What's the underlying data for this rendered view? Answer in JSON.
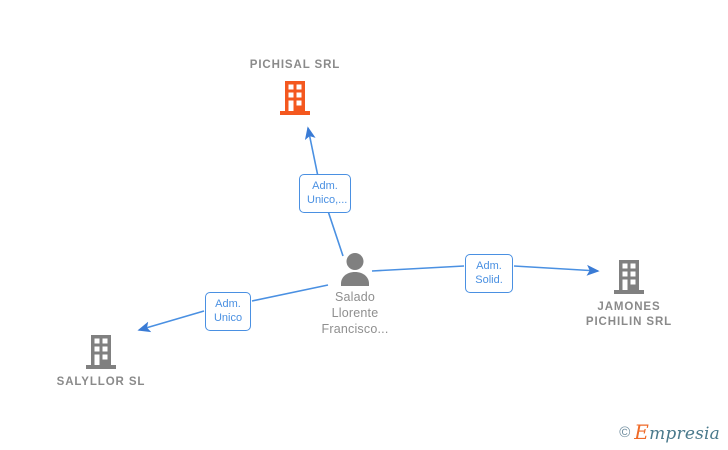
{
  "graph": {
    "type": "org-relationship-diagram",
    "nodes": [
      {
        "id": "pichisal",
        "label": "PICHISAL SRL",
        "kind": "company",
        "icon": "building-icon",
        "color": "#f4581f",
        "label_color": "#8a8a8a",
        "label_position": "above"
      },
      {
        "id": "person",
        "label": "Salado\nLlorente\nFrancisco...",
        "kind": "person",
        "icon": "person-icon",
        "color": "#808080",
        "label_color": "#8f8f8f",
        "label_position": "below"
      },
      {
        "id": "jamones",
        "label": "JAMONES\nPICHILIN SRL",
        "kind": "company",
        "icon": "building-icon",
        "color": "#808080",
        "label_color": "#8a8a8a",
        "label_position": "below"
      },
      {
        "id": "salyllor",
        "label": "SALYLLOR SL",
        "kind": "company",
        "icon": "building-icon",
        "color": "#808080",
        "label_color": "#8a8a8a",
        "label_position": "below"
      }
    ],
    "edges": [
      {
        "id": "edge-person-pichisal",
        "from": "person",
        "to": "pichisal",
        "label": "Adm.\nUnico,...",
        "color": "#4a90e2",
        "arrow": "up-left"
      },
      {
        "id": "edge-person-jamones",
        "from": "person",
        "to": "jamones",
        "label": "Adm.\nSolid.",
        "color": "#4a90e2",
        "arrow": "right"
      },
      {
        "id": "edge-person-salyllor",
        "from": "person",
        "to": "salyllor",
        "label": "Adm.\nUnico",
        "color": "#4a90e2",
        "arrow": "down-left"
      }
    ]
  },
  "watermark": {
    "copyright_symbol": "©",
    "brand_initial": "E",
    "brand_rest": "mpresia",
    "initial_color": "#ef6a28",
    "rest_color": "#4a7a8c"
  }
}
